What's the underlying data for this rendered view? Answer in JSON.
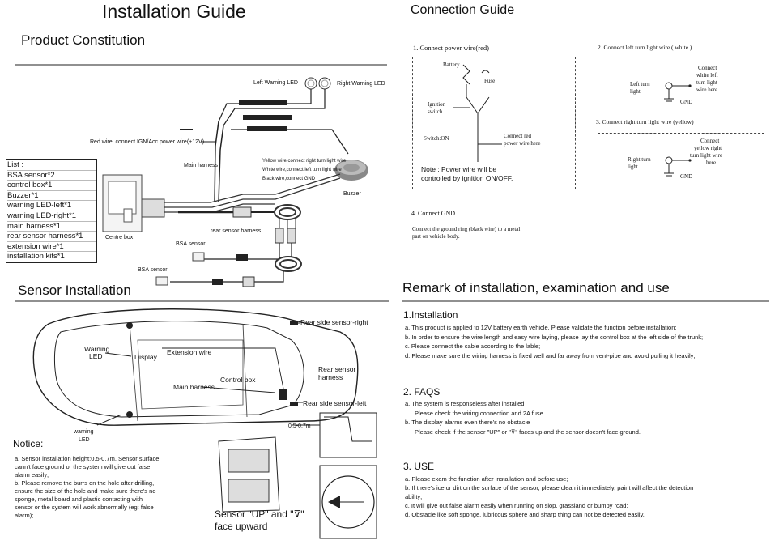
{
  "left": {
    "title": "Installation Guide",
    "product_title": "Product Constitution",
    "labels": {
      "left_led": "Left Warning LED",
      "right_led": "Right Warning LED",
      "red_wire": "Red wire, connect IGN/Acc power wire(+12V)",
      "main_harness": "Main harness",
      "yellow_wire": "Yellow wire,connect right turn light wire",
      "white_wire": "White wire,connect left turn light wire",
      "black_wire": "Black wire,connect GND",
      "buzzer": "Buzzer",
      "centre_box": "Centre box",
      "rear_harness": "rear sensor harness",
      "bsa_sensor_1": "BSA sensor",
      "bsa_sensor_2": "BSA sensor"
    },
    "list": {
      "header": "List :",
      "items": [
        "BSA sensor*2",
        "control box*1",
        "Buzzer*1",
        "warning LED-left*1",
        "warning LED-right*1",
        "main harness*1",
        "rear sensor harness*1",
        "extension wire*1",
        "installation kits*1"
      ]
    },
    "sensor_title": "Sensor Installation",
    "car_labels": {
      "rear_right": "Rear side sensor-right",
      "warning_led_top_1": "Warning",
      "warning_led_top_2": "LED",
      "display": "Display",
      "extension_wire": "Extension wire",
      "rear_harness_1": "Rear sensor",
      "rear_harness_2": "harness",
      "control_box": "Control box",
      "main_harness": "Main harness",
      "rear_left": "Rear side sensor-left",
      "distance": "0.5-0.7m",
      "warning_led_bottom_1": "warning",
      "warning_led_bottom_2": "LED",
      "sensor_up_1": "Sensor \"UP\" and \"⊽\"",
      "sensor_up_2": "face upward"
    },
    "notice": {
      "title": "Notice:",
      "lines": [
        "a. Sensor installation height:0.5-0.7m. Sensor surface",
        "cann't face ground or the system will give out false",
        "alarm easily;",
        "b. Please remove the burrs on the hole after drilling,",
        "ensure the size of the hole and make sure there's no",
        "sponge, metal board and plastic contacting with",
        "sensor or the system will work abnormally (eg: false",
        "alarm);"
      ]
    }
  },
  "right": {
    "title": "Connection Guide",
    "step1": {
      "title": "1. Connect power wire(red)",
      "battery": "Battery",
      "fuse": "Fuse",
      "ign_1": "Ignition",
      "ign_2": "switch",
      "switch_on": "Switch:ON",
      "connect_1": "Connect red",
      "connect_2": "power wire here",
      "note_1": "Note : Power wire will be",
      "note_2": "controlled by ignition ON/OFF."
    },
    "step2": {
      "title": "2. Connect left turn light wire ( white )",
      "light_1": "Left turn",
      "light_2": "light",
      "conn_1": "Connect",
      "conn_2": "white left",
      "conn_3": "turn light",
      "conn_4": "wire here",
      "gnd": "GND"
    },
    "step3": {
      "title": "3. Connect right turn light wire (yellow)",
      "light_1": "Right turn",
      "light_2": "light",
      "conn_1": "Connect",
      "conn_2": "yellow right",
      "conn_3": "turn light wire",
      "conn_4": "here",
      "gnd": "GND"
    },
    "step4": {
      "title": "4. Connect GND",
      "line_1": "Connect the ground ring (black wire) to a metal",
      "line_2": "part on vehicle body."
    },
    "remark_title": "Remark of installation, examination and use",
    "installation": {
      "title": "1.Installation",
      "lines": [
        "a. This product is applied to 12V battery earth vehicle. Please validate the function before installation;",
        "b. In order to ensure the wire length and easy wire laying, please lay the control box at the left side of the trunk;",
        "c. Please connect the cable according to the lable;",
        "d. Please make sure the wiring harness is fixed well and far away from vent-pipe and avoid pulling it heavily;"
      ]
    },
    "faqs": {
      "title": "2. FAQS",
      "lines": [
        "a. The system is responseless after installed",
        "Please check the wiring connection and 2A fuse.",
        "b. The display alarms even there's no obstacle",
        "Please check if the sensor \"UP\" or \"⊽\" faces up and the sensor doesn't face ground."
      ]
    },
    "use": {
      "title": "3. USE",
      "lines": [
        "a. Please exam the function after installation and before use;",
        "b. If there's ice or dirt on the surface of the sensor, please clean it immediately, paint will affect the detection",
        "ability;",
        "c. It will give out false alarm easily when running on slop, grassland or bumpy road;",
        "d. Obstacle like soft sponge, lubricous sphere and sharp thing can not be detected easily."
      ]
    }
  }
}
